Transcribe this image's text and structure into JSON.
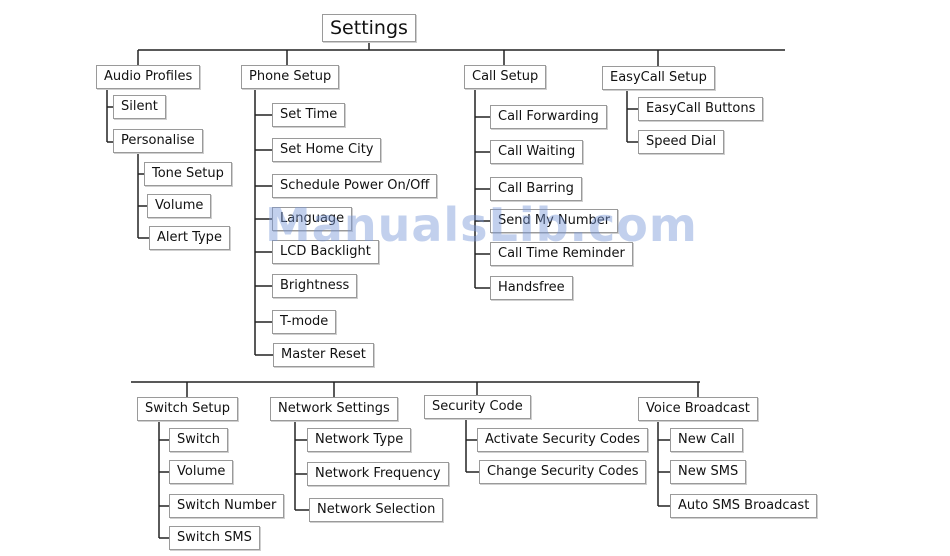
{
  "title": "Settings",
  "sections": {
    "audio_profiles": {
      "label": "Audio Profiles",
      "silent": "Silent",
      "personalise": {
        "label": "Personalise",
        "items": [
          "Tone Setup",
          "Volume",
          "Alert Type"
        ]
      }
    },
    "phone_setup": {
      "label": "Phone Setup",
      "items": [
        "Set Time",
        "Set Home City",
        "Schedule Power On/Off",
        "Language",
        "LCD Backlight",
        "Brightness",
        "T-mode",
        "Master Reset"
      ]
    },
    "call_setup": {
      "label": "Call Setup",
      "items": [
        "Call Forwarding",
        "Call Waiting",
        "Call Barring",
        "Send My Number",
        "Call Time Reminder",
        "Handsfree"
      ]
    },
    "easycall_setup": {
      "label": "EasyCall Setup",
      "items": [
        "EasyCall Buttons",
        "Speed Dial"
      ]
    },
    "switch_setup": {
      "label": "Switch Setup",
      "items": [
        "Switch",
        "Volume",
        "Switch Number",
        "Switch SMS"
      ]
    },
    "network_settings": {
      "label": "Network Settings",
      "items": [
        "Network Type",
        "Network Frequency",
        "Network Selection"
      ]
    },
    "security_code": {
      "label": "Security Code",
      "items": [
        "Activate Security Codes",
        "Change Security Codes"
      ]
    },
    "voice_broadcast": {
      "label": "Voice Broadcast",
      "items": [
        "New Call",
        "New SMS",
        "Auto SMS Broadcast"
      ]
    }
  },
  "watermark": "ManualsLib.com"
}
